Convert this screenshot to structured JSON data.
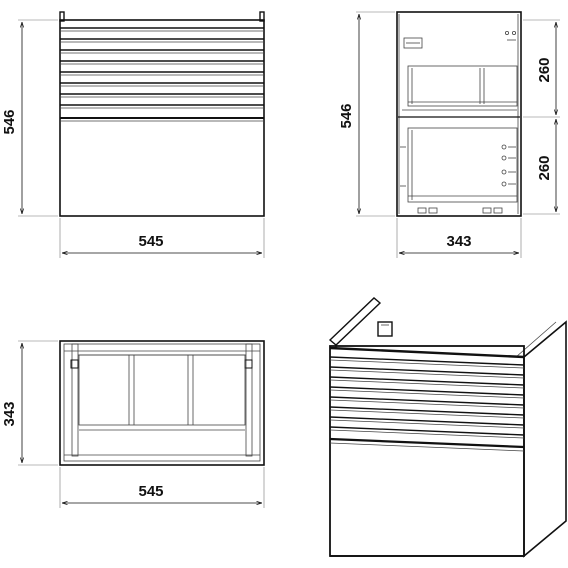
{
  "front_view": {
    "width_label": "545",
    "height_label": "546"
  },
  "side_view": {
    "height_label": "546",
    "depth_label": "343",
    "upper_drawer_label": "260",
    "lower_drawer_label": "260"
  },
  "top_view": {
    "depth_label": "343",
    "width_label": "545"
  }
}
